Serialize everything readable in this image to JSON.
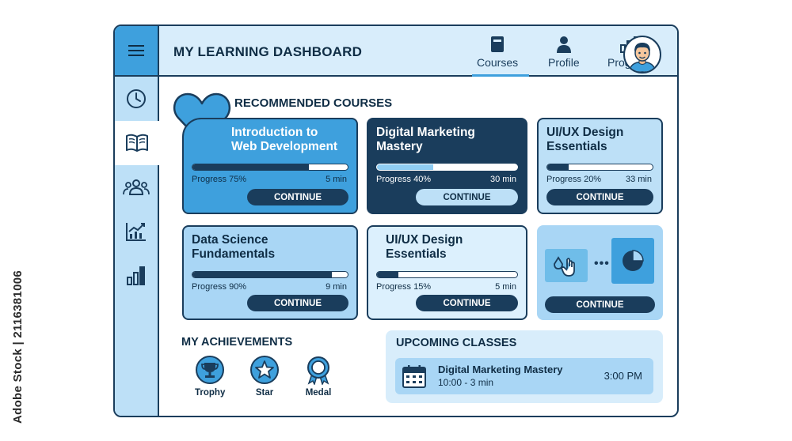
{
  "watermark": {
    "stock_id": "Adobe Stock | 2116381006"
  },
  "sidebar": {
    "menu_icon": "hamburger-icon",
    "items": [
      {
        "icon": "clock-icon",
        "active": false
      },
      {
        "icon": "book-icon",
        "active": true
      },
      {
        "icon": "people-icon",
        "active": false
      },
      {
        "icon": "line-chart-icon",
        "active": false
      },
      {
        "icon": "bar-chart-icon",
        "active": false
      }
    ]
  },
  "header": {
    "title": "MY LEARNING DASHBOARD",
    "nav": [
      {
        "label": "Courses",
        "icon": "book-icon",
        "active": true
      },
      {
        "label": "Profile",
        "icon": "user-icon",
        "active": false
      },
      {
        "label": "Progress",
        "icon": "bar-chart-icon",
        "active": false
      }
    ],
    "avatar_icon": "avatar-icon"
  },
  "recommended": {
    "heading": "RECOMMENDED COURSES",
    "badge_icon": "heart-icon",
    "courses": [
      {
        "title_line1": "Introduction to",
        "title_line2": "Web Development",
        "progress": 0.75,
        "progress_label": "Progress 75%",
        "time": "5 min",
        "button": "CONTINUE"
      },
      {
        "title_line1": "Digital Marketing",
        "title_line2": "Mastery",
        "progress": 0.4,
        "progress_label": "Progress 40%",
        "time": "30 min",
        "button": "CONTINUE"
      },
      {
        "title_line1": "UI/UX Design",
        "title_line2": "Essentials",
        "progress": 0.2,
        "progress_label": "Progress 20%",
        "time": "33 min",
        "button": "CONTINUE"
      },
      {
        "title_line1": "Data Science",
        "title_line2": "Fundamentals",
        "progress": 0.9,
        "progress_label": "Progress 90%",
        "time": "9 min",
        "button": "CONTINUE"
      },
      {
        "title_line1": "UI/UX Design",
        "title_line2": "Essentials",
        "progress": 0.15,
        "progress_label": "Progress 15%",
        "time": "5 min",
        "button": "CONTINUE"
      }
    ],
    "promo_card": {
      "icons": [
        "tap-icon",
        "ellipsis-icon",
        "pie-chart-icon"
      ],
      "button": "CONTINUE"
    }
  },
  "achievements": {
    "heading": "MY ACHIEVEMENTS",
    "items": [
      {
        "label": "Trophy",
        "icon": "trophy-icon"
      },
      {
        "label": "Star",
        "icon": "star-icon"
      },
      {
        "label": "Medal",
        "icon": "medal-icon"
      }
    ]
  },
  "upcoming": {
    "heading": "UPCOMING CLASSES",
    "classes": [
      {
        "title": "Digital Marketing Mastery",
        "hours": "10:00 - 3 min",
        "time": "3:00 PM",
        "icon": "calendar-icon"
      }
    ]
  },
  "colors": {
    "navy": "#1a3d5c",
    "accent_blue": "#3ea0dd",
    "light_blue": "#bde0f7",
    "pale_blue": "#d8edfb"
  }
}
